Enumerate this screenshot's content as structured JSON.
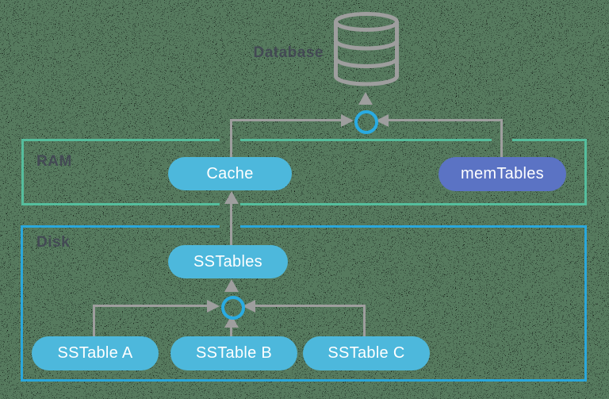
{
  "database": {
    "label": "Database"
  },
  "ram_section": {
    "label": "RAM",
    "nodes": {
      "cache": {
        "label": "Cache"
      },
      "memtables": {
        "label": "memTables"
      }
    }
  },
  "disk_section": {
    "label": "Disk",
    "nodes": {
      "sstables": {
        "label": "SSTables"
      },
      "sstable_a": {
        "label": "SSTable A"
      },
      "sstable_b": {
        "label": "SSTable B"
      },
      "sstable_c": {
        "label": "SSTable C"
      }
    }
  },
  "colors": {
    "pill_blue": "#4DB8DC",
    "pill_indigo": "#5B73C4",
    "ram_border": "#55BE9D",
    "disk_border": "#2AA7DB",
    "connector_ring": "#29ABE2",
    "line_gray": "#9E9E9E",
    "label_text": "#434A54",
    "node_text": "#FFFFFF",
    "background": "#567A5E"
  }
}
